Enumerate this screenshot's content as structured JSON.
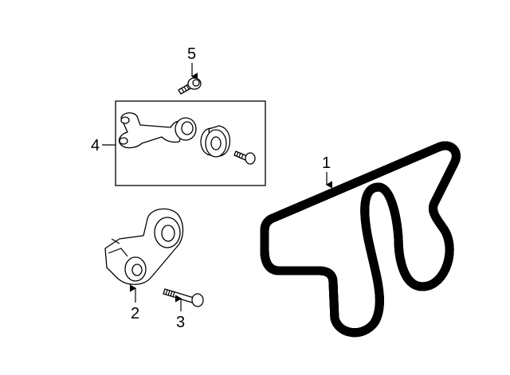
{
  "callouts": {
    "belt": "1",
    "tensioner": "2",
    "tensioner_bolt": "3",
    "idler_kit": "4",
    "idler_bolt": "5"
  }
}
